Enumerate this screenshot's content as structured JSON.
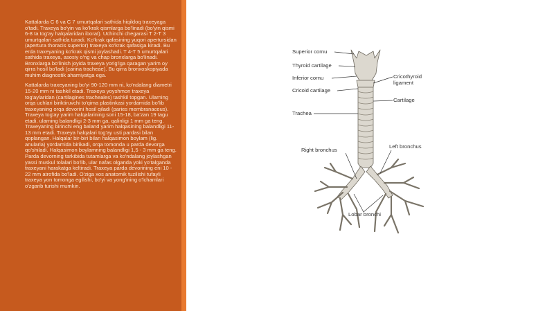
{
  "text": {
    "paragraph_1": "Kattalarda C 6 va C 7 umurtqalari sathida hiqildoq traxeyaga o'tadi. Traxeya bo'yin va ko'krak qismlarga bo'linadi (bo'yin qismi 6-8 ta tog'ay halqalaridan iborat). Uchinchi chegarasi T 2-T 3 umurtqalari sathida turadi. Ko'krak qafasining yuqori apertursidan (apertura thoracis superior) traxeya ko'krak qafasiga kiradi. Bu erda traxeyaning ko'krak qismi joylashadi. T 4-T 5 umurtqalari sathida traxeya, asosiy o'ng va chap bronxlarga bo'linadi. Bronxlarga bo'linish joyida traxeya yorig'iga qaragan yarim oy qirra hosil bo'ladi (carina tracheae). Bu qirra bronxoskopiyada muhim diagnostik ahamiyatga ega.",
    "paragraph_2": "Kattalarda traxeyaning bo'yi 90-120 mm ni, ko'ndalang diametri 15-20 mm ni tashkil etadi. Traxeya yoyshmon traxeya tog'aylaridan (cartilagines tracheales) tashkil topgan. Ularning orqa uchlari biriktiruvchi to'qima plastinkasi yordamida bo'lib traxeyaning orqa devorini hosil qiladi (paries membranaceus). Traxeya tog'ay yarim halqalarining soni 15-18, ba'zan 19 tagu etadi, ularning balandligi 2-3 mm ga, qalinligi 1 mm ga teng. Traxeyaning birinchi eng baland yarim halqasining balandligi 11-13 mm etadi. Traxeya halqalari tog'ay usti pardasi bilan qoplangan. Halqalar bir-biri bilan halqasimon boylam (lig. anularia) yordamida birikadi, orqa tomonda u parda devorga qo'shiladi. Halqasimon boylamning balandligi 1,5 - 3 mm ga teng. Parda devorning tarkibida tutamlarga va ko'ndalang joylashgan yassi muskul tolalari bo'lib, ular nafas olganda yoki yo'talganda traxeyani harakatga keltiradi. Traxeya parda devorining eni 10 - 22 mm atrofida bo'ladi. O'ziga xos anatomik tuzilishi tufayli traxeya yon tomonga egilishi, bo'yi va yong'ining o'lchamlari o'zgarib turishi mumkin."
  },
  "figure": {
    "labels": {
      "superior_cornu": "Superior cornu",
      "thyroid_cartilage": "Thyroid cartilage",
      "inferior_cornu": "Inferior cornu",
      "cricoid_cartilage": "Cricoid cartilage",
      "trachea": "Trachea",
      "cricothyroid_ligament": "Cricothyroid\nligament",
      "cartilage": "Cartilage",
      "right_bronchus": "Right bronchus",
      "left_bronchus": "Left bronchus",
      "lobar_bronchi": "Lobar bronchi"
    }
  },
  "colors": {
    "panel": "#c65a1e",
    "accent": "#e8792f",
    "panel_text": "#fbe7d6",
    "anatomy_fill": "#dcd8cf",
    "anatomy_stroke": "#6f6a60"
  }
}
